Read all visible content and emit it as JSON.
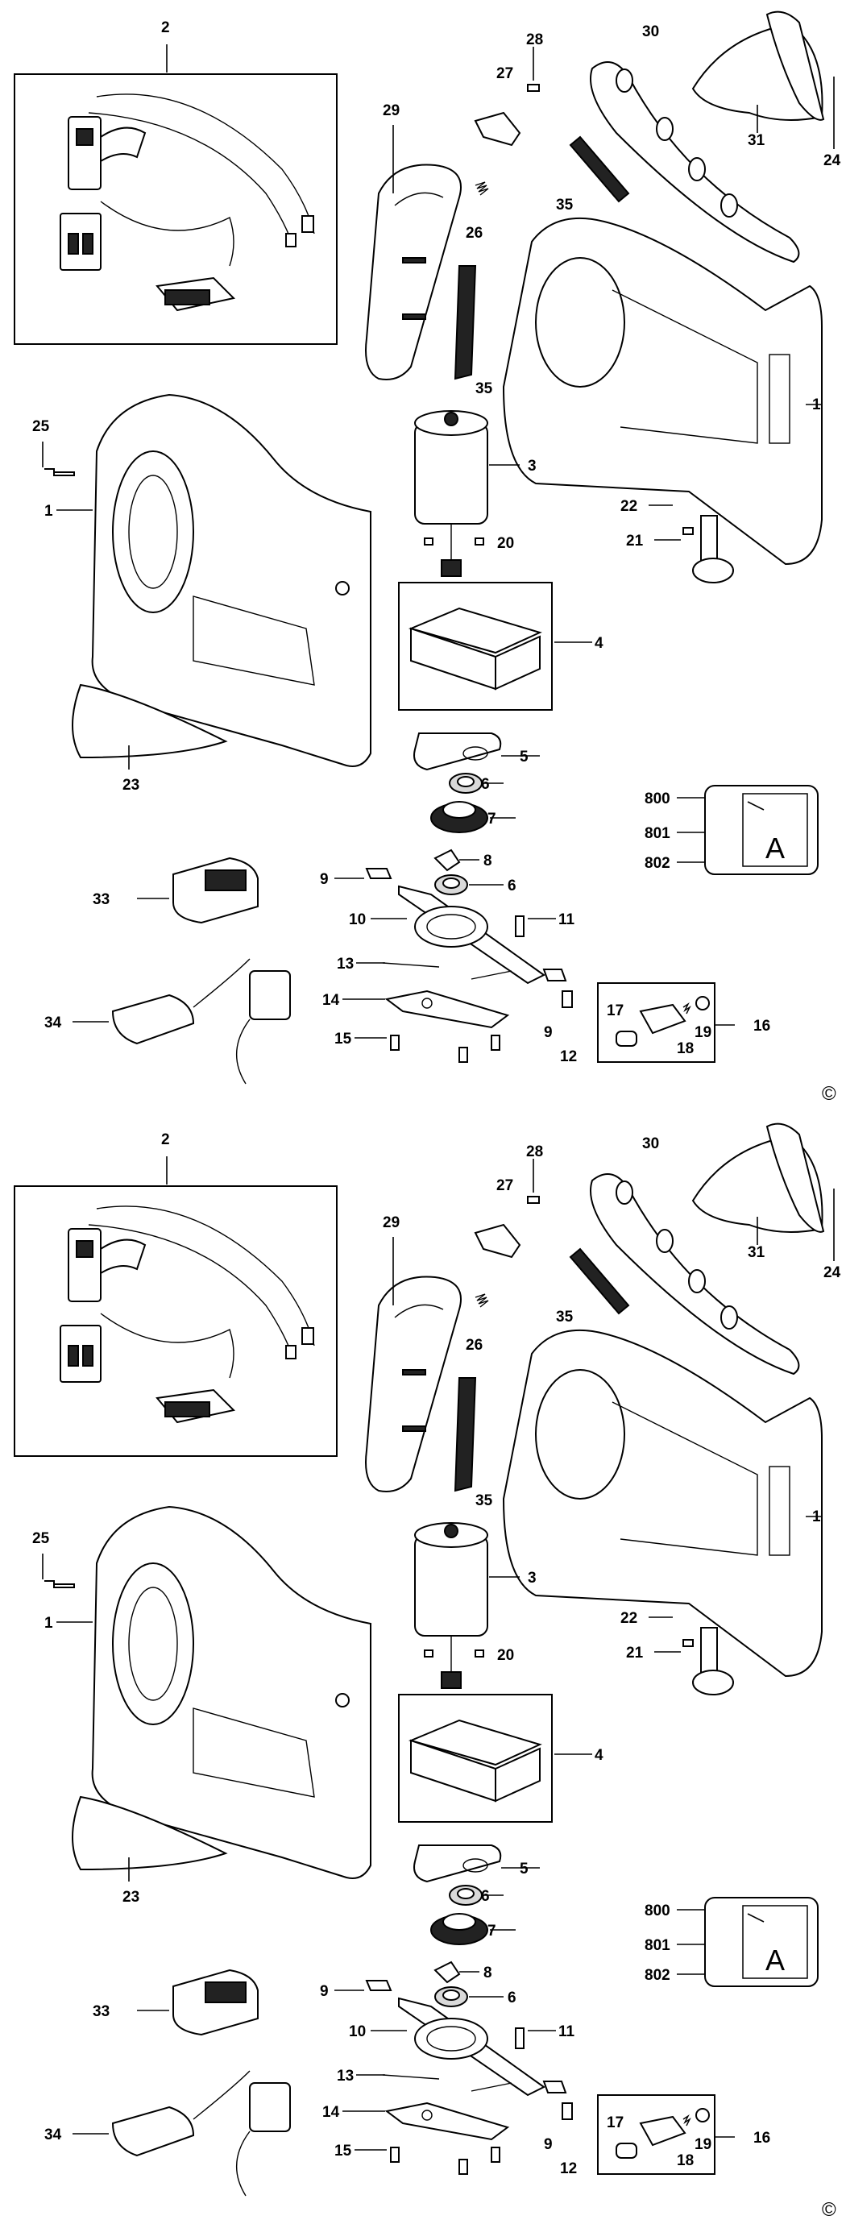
{
  "diagram": {
    "copyright_symbol": "©",
    "panels": [
      {
        "labels": {
          "p1": "1",
          "p2": "2",
          "p3": "3",
          "p4": "4",
          "p5": "5",
          "p6": "6",
          "p7": "7",
          "p8": "8",
          "p9": "9",
          "p10": "10",
          "p11": "11",
          "p12": "12",
          "p13": "13",
          "p14": "14",
          "p15": "15",
          "p16": "16",
          "p17": "17",
          "p18": "18",
          "p19": "19",
          "p20": "20",
          "p21": "21",
          "p22": "22",
          "p23": "23",
          "p24": "24",
          "p25": "25",
          "p26": "26",
          "p27": "27",
          "p28": "28",
          "p29": "29",
          "p30": "30",
          "p31": "31",
          "p33": "33",
          "p34": "34",
          "p35": "35",
          "p800": "800",
          "p801": "801",
          "p802": "802"
        },
        "label_glyph": "A"
      },
      {
        "labels": {
          "p1": "1",
          "p2": "2",
          "p3": "3",
          "p4": "4",
          "p5": "5",
          "p6": "6",
          "p7": "7",
          "p8": "8",
          "p9": "9",
          "p10": "10",
          "p11": "11",
          "p12": "12",
          "p13": "13",
          "p14": "14",
          "p15": "15",
          "p16": "16",
          "p17": "17",
          "p18": "18",
          "p19": "19",
          "p20": "20",
          "p21": "21",
          "p22": "22",
          "p23": "23",
          "p24": "24",
          "p25": "25",
          "p26": "26",
          "p27": "27",
          "p28": "28",
          "p29": "29",
          "p30": "30",
          "p31": "31",
          "p33": "33",
          "p34": "34",
          "p35": "35",
          "p800": "800",
          "p801": "801",
          "p802": "802"
        },
        "label_glyph": "A"
      }
    ]
  }
}
